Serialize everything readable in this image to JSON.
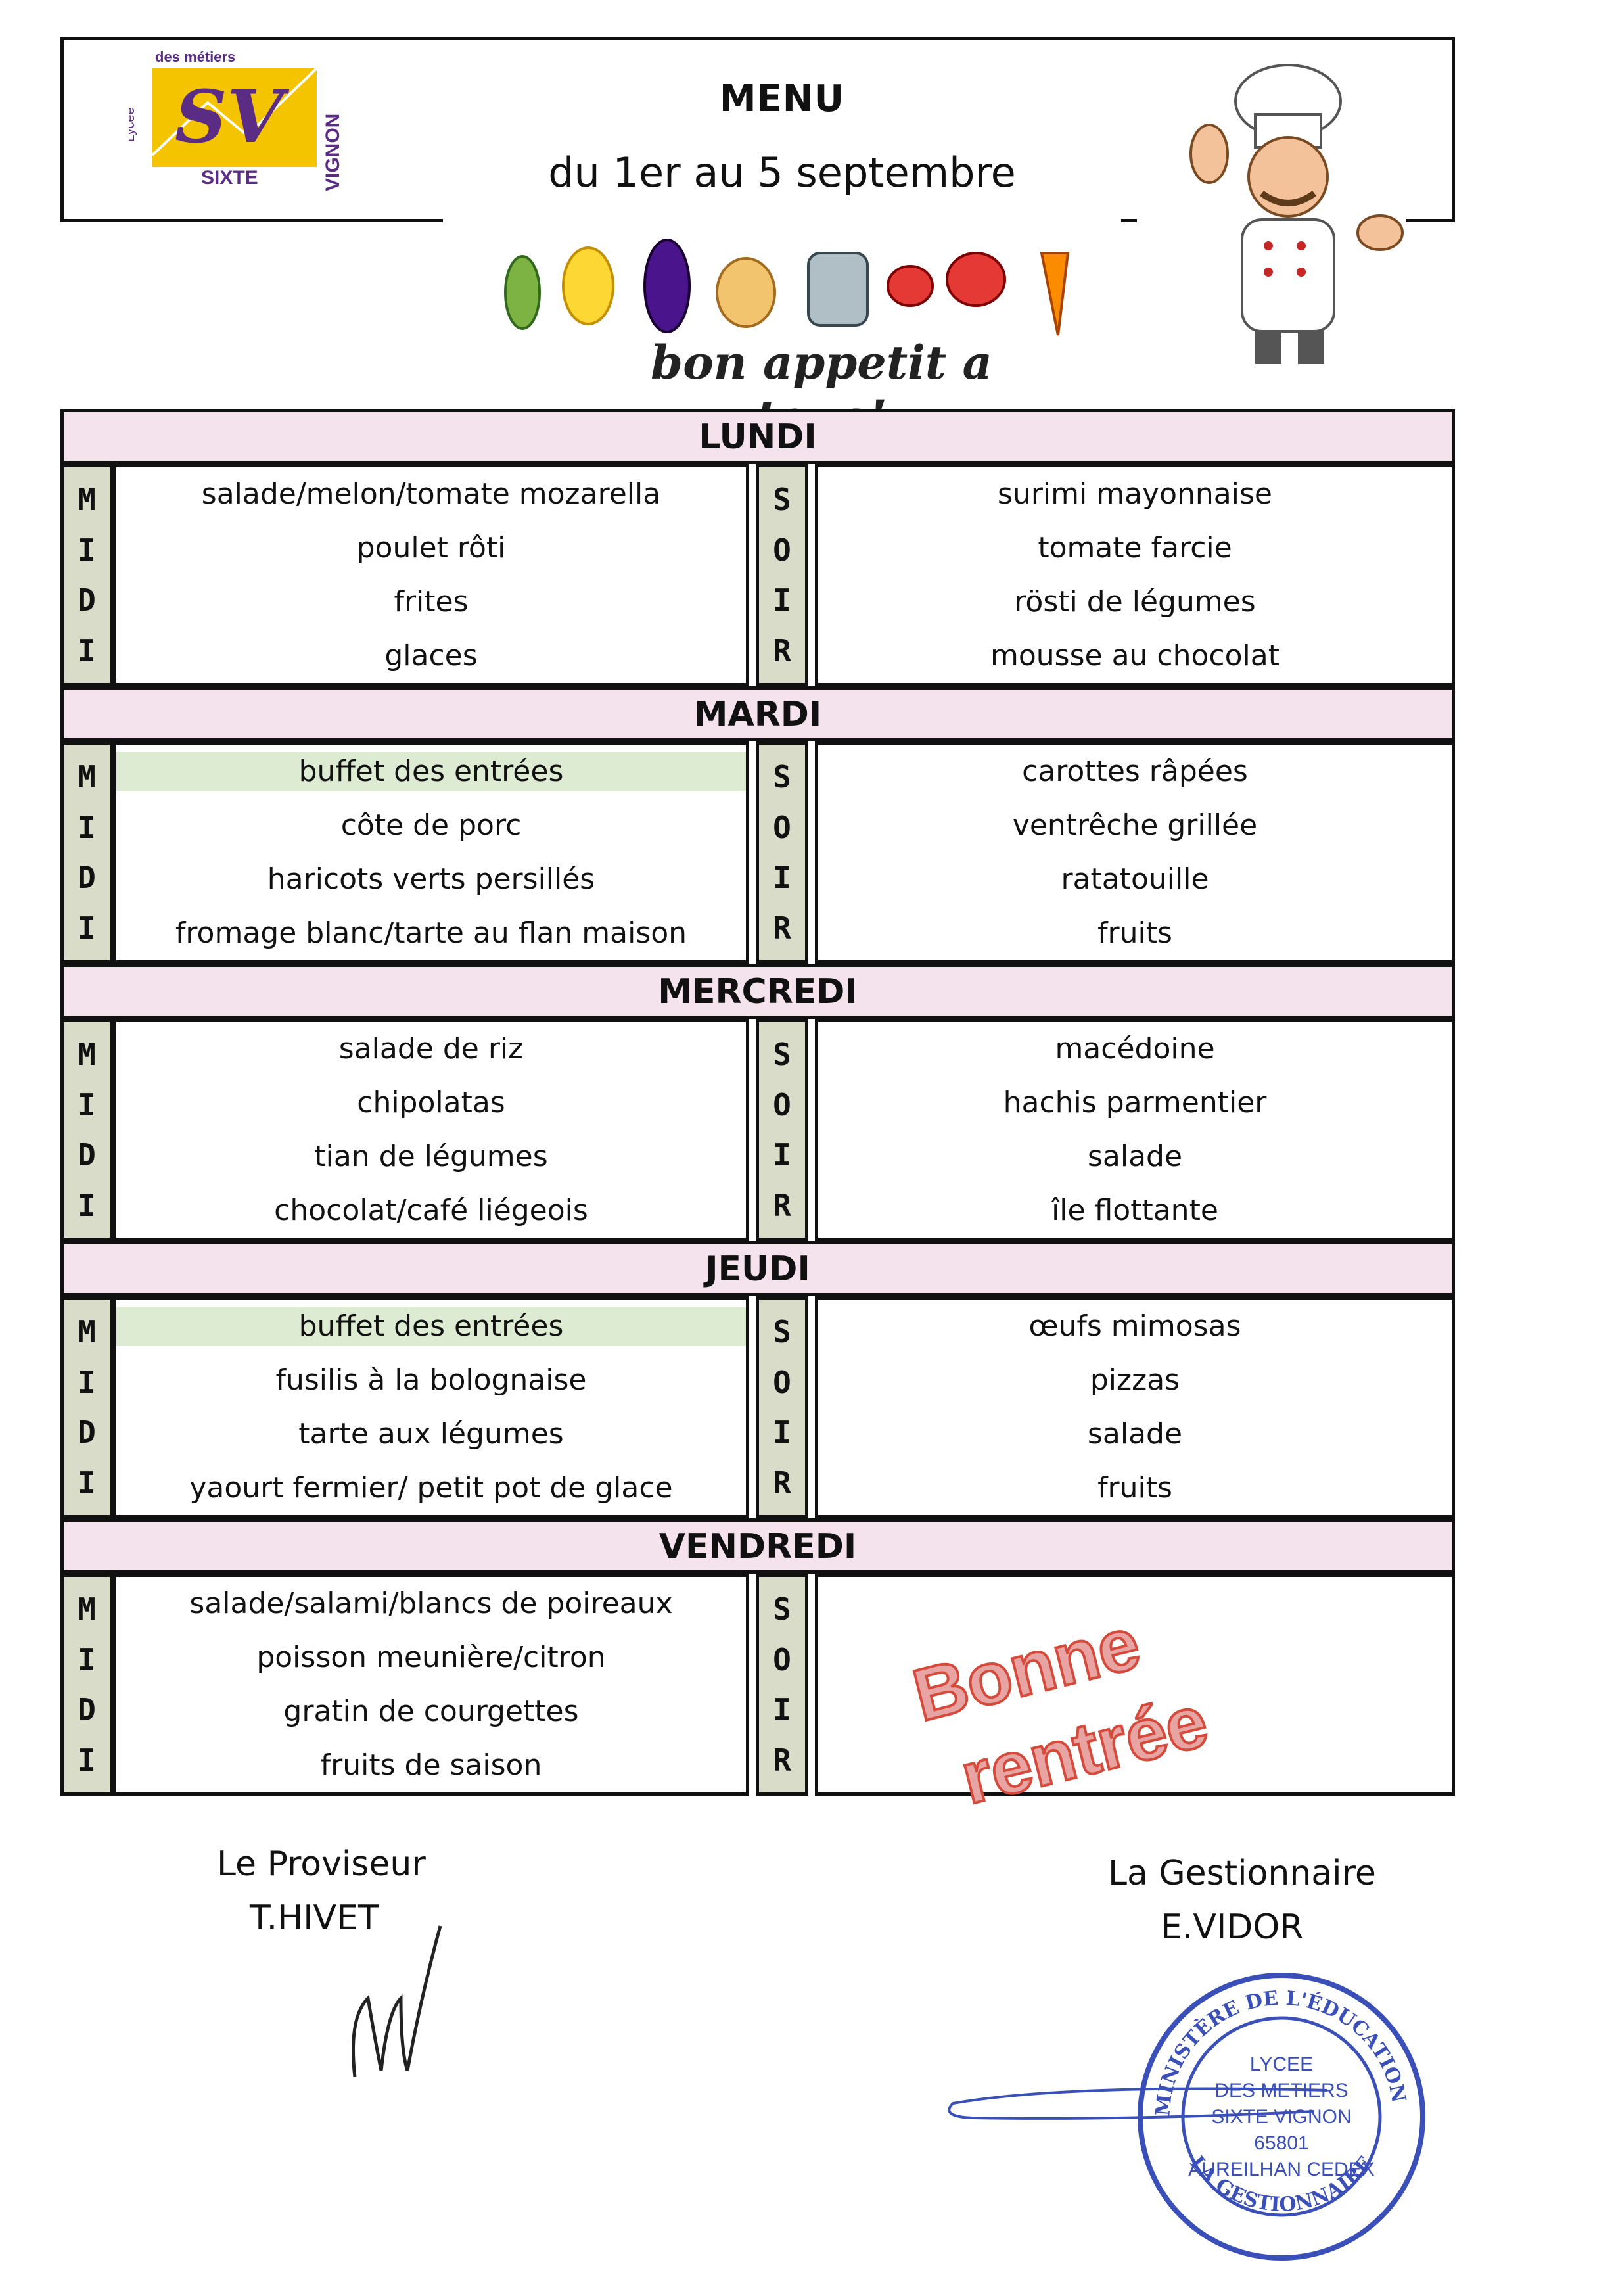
{
  "header": {
    "logo": {
      "top_text": "des métiers",
      "side_text": "Lycée",
      "initials": "SV",
      "bottom_text": "SIXTE",
      "right_text": "VIGNON"
    },
    "title": "MENU",
    "dates": "du 1er au 5 septembre",
    "greeting": "bon appetit a tous!"
  },
  "labels": {
    "midi": [
      "M",
      "I",
      "D",
      "I"
    ],
    "soir": [
      "S",
      "O",
      "I",
      "R"
    ]
  },
  "days": [
    {
      "name": "LUNDI",
      "midi": [
        "salade/melon/tomate mozarella",
        "poulet rôti",
        "frites",
        "glaces"
      ],
      "soir": [
        "surimi mayonnaise",
        "tomate farcie",
        "rösti de légumes",
        "mousse au chocolat"
      ],
      "midi_highlight_first": false
    },
    {
      "name": "MARDI",
      "midi": [
        "buffet des entrées",
        "côte de porc",
        "haricots verts persillés",
        "fromage blanc/tarte au flan maison"
      ],
      "soir": [
        "carottes râpées",
        "ventrêche grillée",
        "ratatouille",
        "fruits"
      ],
      "midi_highlight_first": true
    },
    {
      "name": "MERCREDI",
      "midi": [
        "salade de riz",
        "chipolatas",
        "tian de légumes",
        "chocolat/café liégeois"
      ],
      "soir": [
        "macédoine",
        "hachis parmentier",
        "salade",
        "île flottante"
      ],
      "midi_highlight_first": false
    },
    {
      "name": "JEUDI",
      "midi": [
        "buffet des entrées",
        "fusilis à la bolognaise",
        "tarte aux légumes",
        "yaourt fermier/ petit pot de glace"
      ],
      "soir": [
        "œufs mimosas",
        "pizzas",
        "salade",
        "fruits"
      ],
      "midi_highlight_first": true
    },
    {
      "name": "VENDREDI",
      "midi": [
        "salade/salami/blancs de poireaux",
        "poisson meunière/citron",
        "gratin de courgettes",
        "fruits de saison"
      ],
      "soir": [],
      "midi_highlight_first": false
    }
  ],
  "bonne_rentree": [
    "Bonne",
    "rentrée"
  ],
  "footer": {
    "proviseur_label": "Le Proviseur",
    "proviseur_name": "T.HIVET",
    "gestionnaire_label": "La Gestionnaire",
    "gestionnaire_name": "E.VIDOR"
  },
  "stamp": {
    "outer_top": "MINISTÈRE DE L'ÉDUCATION NATIONALE",
    "outer_bottom": "LA GESTIONNAIRE",
    "inner_lines": [
      "LYCEE",
      "DES METIERS",
      "SIXTE VIGNON",
      "65801",
      "AUREILHAN CEDEX"
    ]
  },
  "colors": {
    "day_header_bg": "#f4e3ec",
    "label_bg": "#d9dcc8",
    "highlight_bg": "#ddebd2",
    "stamp": "#3a4fb8",
    "bonne_rentree_fill": "#e8a3a3",
    "bonne_rentree_stroke": "#d44b3c",
    "logo_yellow": "#f5c400",
    "logo_purple": "#5b2c83"
  }
}
